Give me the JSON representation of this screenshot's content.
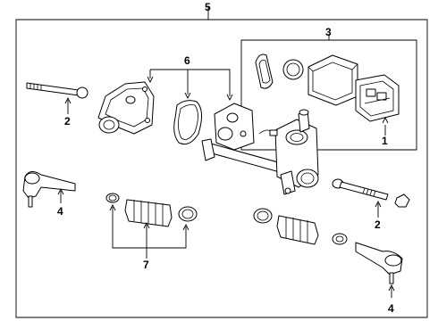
{
  "diagram": {
    "callouts": {
      "c5": "5",
      "c3": "3",
      "c6": "6",
      "c2a": "2",
      "c1": "1",
      "c4a": "4",
      "c2b": "2",
      "c7": "7",
      "c4b": "4"
    }
  }
}
